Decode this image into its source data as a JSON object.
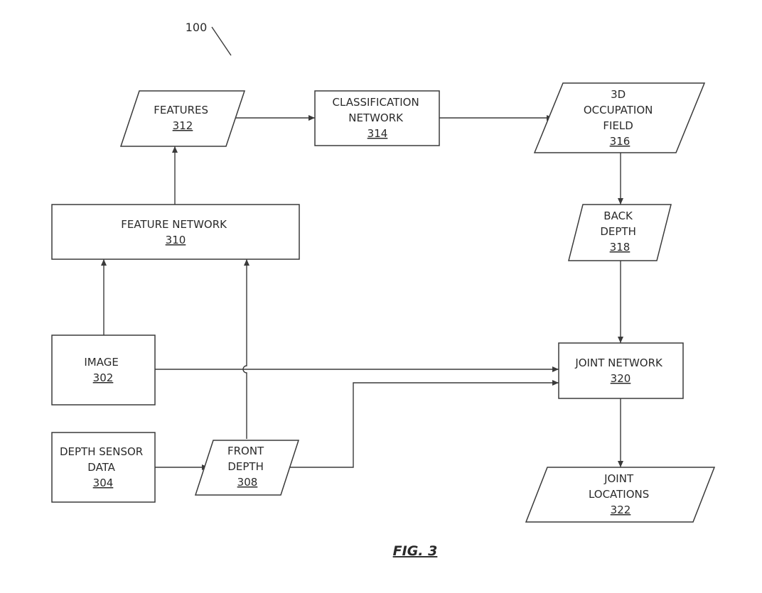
{
  "figure": {
    "reference_number": "100",
    "caption": "FIG. 3"
  },
  "nodes": {
    "features": {
      "lines": [
        "FEATURES"
      ],
      "ref": "312"
    },
    "classification_network": {
      "lines": [
        "CLASSIFICATION",
        "NETWORK"
      ],
      "ref": "314"
    },
    "occupation_field": {
      "lines": [
        "3D",
        "OCCUPATION",
        "FIELD"
      ],
      "ref": "316"
    },
    "feature_network": {
      "lines": [
        "FEATURE NETWORK"
      ],
      "ref": "310"
    },
    "back_depth": {
      "lines": [
        "BACK",
        "DEPTH"
      ],
      "ref": "318"
    },
    "image": {
      "lines": [
        "IMAGE"
      ],
      "ref": "302"
    },
    "joint_network": {
      "lines": [
        "JOINT NETWORK"
      ],
      "ref": "320"
    },
    "depth_sensor_data": {
      "lines": [
        "DEPTH SENSOR",
        "DATA"
      ],
      "ref": "304"
    },
    "front_depth": {
      "lines": [
        "FRONT",
        "DEPTH"
      ],
      "ref": "308"
    },
    "joint_locations": {
      "lines": [
        "JOINT",
        "LOCATIONS"
      ],
      "ref": "322"
    }
  },
  "edges": [
    {
      "from": "features",
      "to": "classification_network"
    },
    {
      "from": "classification_network",
      "to": "occupation_field"
    },
    {
      "from": "feature_network",
      "to": "features"
    },
    {
      "from": "occupation_field",
      "to": "back_depth"
    },
    {
      "from": "back_depth",
      "to": "joint_network"
    },
    {
      "from": "image",
      "to": "feature_network"
    },
    {
      "from": "front_depth",
      "to": "feature_network"
    },
    {
      "from": "image",
      "to": "joint_network"
    },
    {
      "from": "front_depth",
      "to": "joint_network"
    },
    {
      "from": "depth_sensor_data",
      "to": "front_depth"
    },
    {
      "from": "joint_network",
      "to": "joint_locations"
    }
  ]
}
